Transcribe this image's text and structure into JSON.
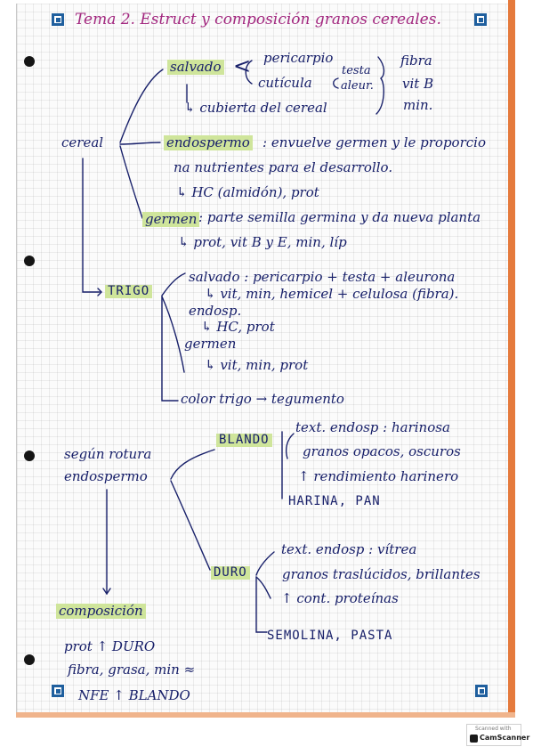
{
  "title": "Tema 2. Estruct y composición granos cereales.",
  "cereal": {
    "label": "cereal",
    "salvado": "salvado",
    "pericarpio": "pericarpio",
    "cuticula": "cutícula",
    "testa": "testa",
    "aleur": "aleur.",
    "fibra": "fibra",
    "vit_b": "vit B",
    "min": "min.",
    "cubierta": "↳ cubierta del cereal",
    "endospermo": "endospermo",
    "endospermo_desc_1": ": envuelve germen y le proporcio",
    "endospermo_desc_2": "na nutrientes para el desarrollo.",
    "endospermo_comp": "↳ HC (almidón), prot",
    "germen": "germen",
    "germen_desc": ": parte semilla germina y da nueva planta",
    "germen_comp": "↳ prot, vit B y E, min, líp"
  },
  "trigo": {
    "label": "TRIGO",
    "salvado_line": "salvado : pericarpio + testa + aleurona",
    "salvado_comp": "↳ vit, min, hemicel + celulosa (fibra).",
    "endosp": "endosp.",
    "endosp_comp": "↳ HC, prot",
    "germen": "germen",
    "germen_comp": "↳ vit, min, prot",
    "color": "color trigo → tegumento"
  },
  "rotura": {
    "label_1": "según rotura",
    "label_2": "endospermo",
    "blando": "BLANDO",
    "blando_text": "text. endosp : harinosa",
    "blando_granos": "granos opacos, oscuros",
    "blando_rend": "↑ rendimiento harinero",
    "blando_result": "HARINA, PAN",
    "duro": "DURO",
    "duro_text": "text. endosp : vítrea",
    "duro_granos": "granos traslúcidos, brillantes",
    "duro_prot": "↑ cont. proteínas",
    "duro_result": "SEMOLINA, PASTA"
  },
  "composicion": {
    "label": "composición",
    "line_1": "prot ↑ DURO",
    "line_2": "fibra, grasa, min ≈",
    "line_3": "NFE ↑ BLANDO"
  },
  "scanner": {
    "small": "Scanned with",
    "name": "CamScanner"
  },
  "colors": {
    "ink": "#18206a",
    "title": "#a2277f",
    "highlight": "#cfe59b",
    "marker": "#1f5f9e",
    "page_edge": "#e57a3c"
  }
}
